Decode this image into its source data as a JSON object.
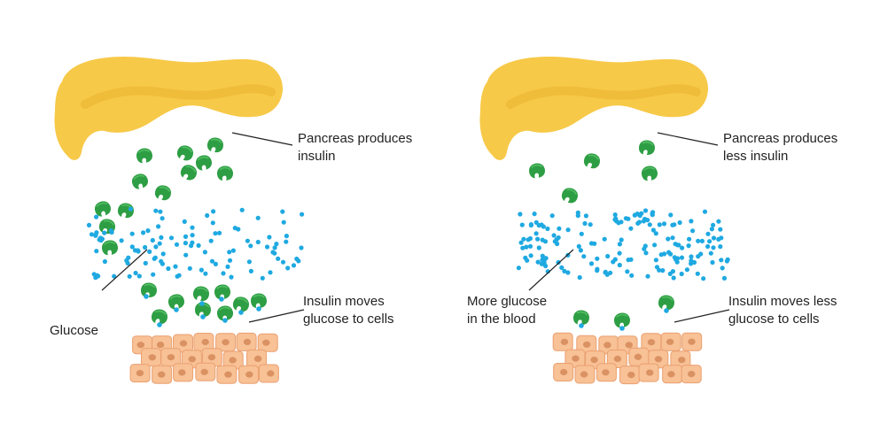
{
  "colors": {
    "pancreas": "#f7c948",
    "pancreas_shade": "#e9b22f",
    "insulin": "#2e9e44",
    "insulin_dark": "#1f7a32",
    "glucose": "#1fa9e1",
    "cell": "#f8c196",
    "cell_border": "#eaa070",
    "nucleus": "#d58a5b",
    "leader_line": "#222222",
    "text": "#222222"
  },
  "icons": [
    "pancreas-icon",
    "insulin-icon",
    "glucose-icon",
    "cell-icon"
  ],
  "panels": [
    {
      "id": "normal",
      "labels": {
        "pancreas": [
          "Pancreas produces",
          "insulin"
        ],
        "cells": [
          "Insulin moves",
          "glucose to cells"
        ],
        "glucose": [
          "Glucose"
        ]
      }
    },
    {
      "id": "reduced",
      "labels": {
        "pancreas": [
          "Pancreas produces",
          "less insulin"
        ],
        "cells": [
          "Insulin moves less",
          "glucose to cells"
        ],
        "blood": [
          "More glucose",
          "in the blood"
        ]
      }
    }
  ]
}
